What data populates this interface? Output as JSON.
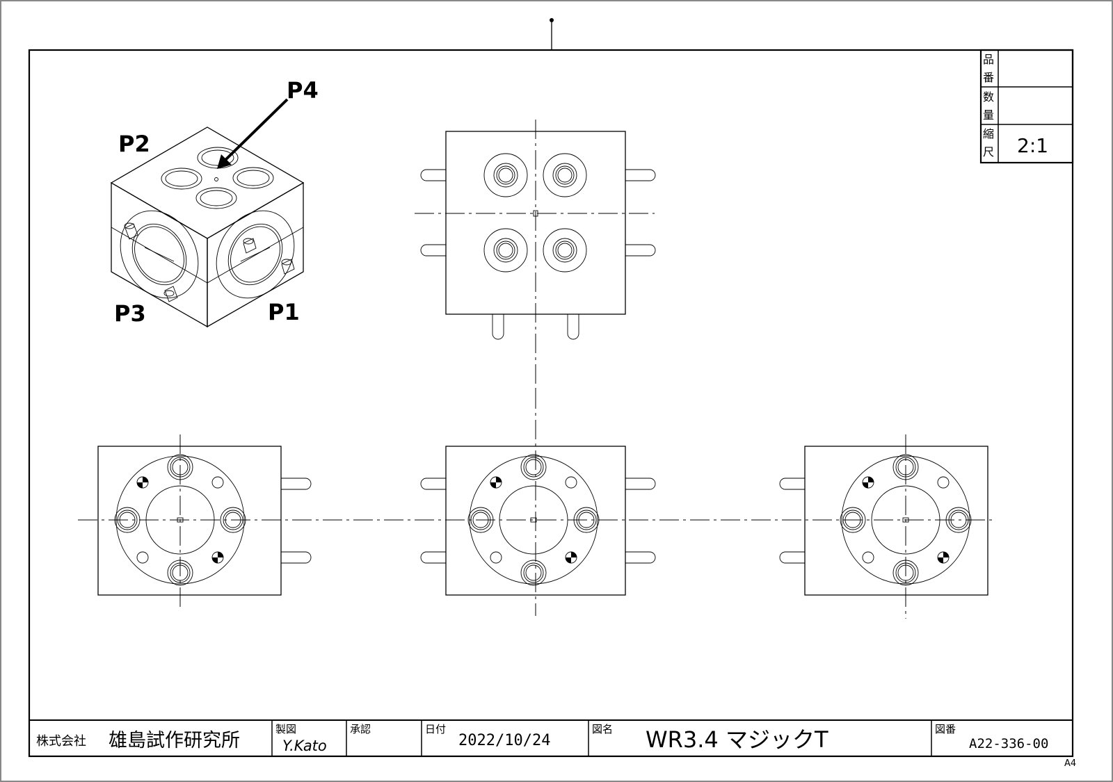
{
  "labels": {
    "p1": "P1",
    "p2": "P2",
    "p3": "P3",
    "p4": "P4"
  },
  "title_block": {
    "company_prefix": "株式会社",
    "company_name": "雄島試作研究所",
    "drawn_label": "製図",
    "drawn_by": "Y.Kato",
    "approved_label": "承認",
    "approved_by": "",
    "date_label": "日付",
    "date": "2022/10/24",
    "drawing_name_label": "図名",
    "drawing_name": "WR3.4 マジックT",
    "drawing_number_label": "図番",
    "drawing_number": "A22-336-00",
    "sheet_size": "A4"
  },
  "parts_table": {
    "part_no_label": [
      "品",
      "番"
    ],
    "part_no": "",
    "quantity_label": [
      "数",
      "量"
    ],
    "quantity": "",
    "scale_label": [
      "縮",
      "尺"
    ],
    "scale": "2:1"
  }
}
